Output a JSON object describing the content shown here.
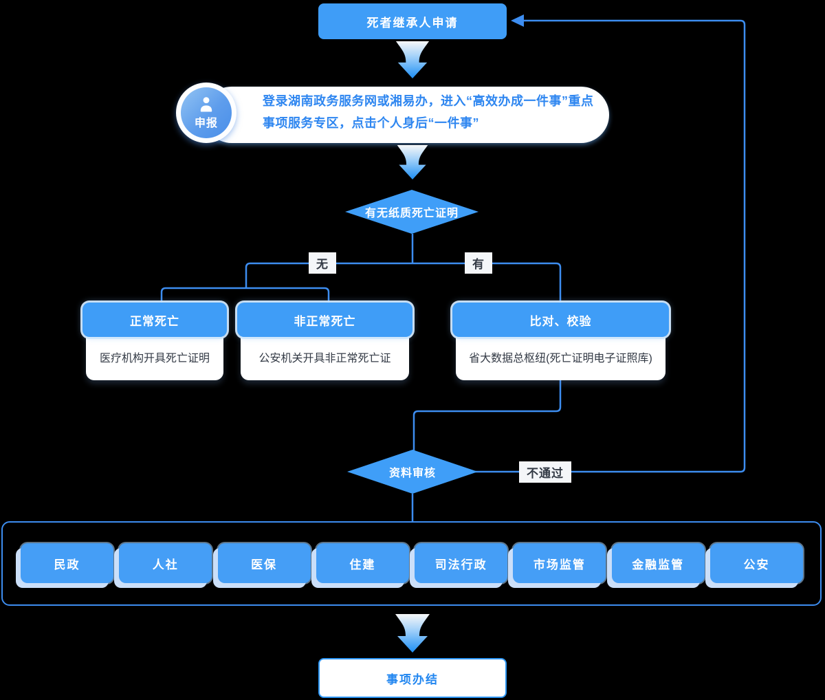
{
  "colors": {
    "node_blue": "#3F9DF7",
    "line_blue": "#3D8DF0",
    "pill_text_blue": "#2E86F0",
    "dept_shadow_blue": "#CBDFF9",
    "label_text": "#333A45",
    "background": "#000000"
  },
  "flow": {
    "start": {
      "label": "死者继承人申请"
    },
    "declare_step": {
      "badge_label": "申报",
      "icon": "user-icon",
      "line1": "登录湖南政务服务网或湘易办，进入“高效办成一件事”重点",
      "line2": "事项服务专区，点击个人身后“一件事”"
    },
    "decision_paper_cert": {
      "label": "有无纸质死亡证明",
      "branch_no": "无",
      "branch_yes": "有"
    },
    "cards": [
      {
        "title": "正常死亡",
        "body": "医疗机构开具死亡证明"
      },
      {
        "title": "非正常死亡",
        "body": "公安机关开具非正常死亡证"
      },
      {
        "title": "比对、校验",
        "body": "省大数据总枢纽(死亡证明电子证照库)"
      }
    ],
    "decision_review": {
      "label": "资料审核",
      "branch_fail": "不通过"
    },
    "departments": [
      "民政",
      "人社",
      "医保",
      "住建",
      "司法行政",
      "市场监管",
      "金融监管",
      "公安"
    ],
    "end": {
      "label": "事项办结"
    }
  }
}
